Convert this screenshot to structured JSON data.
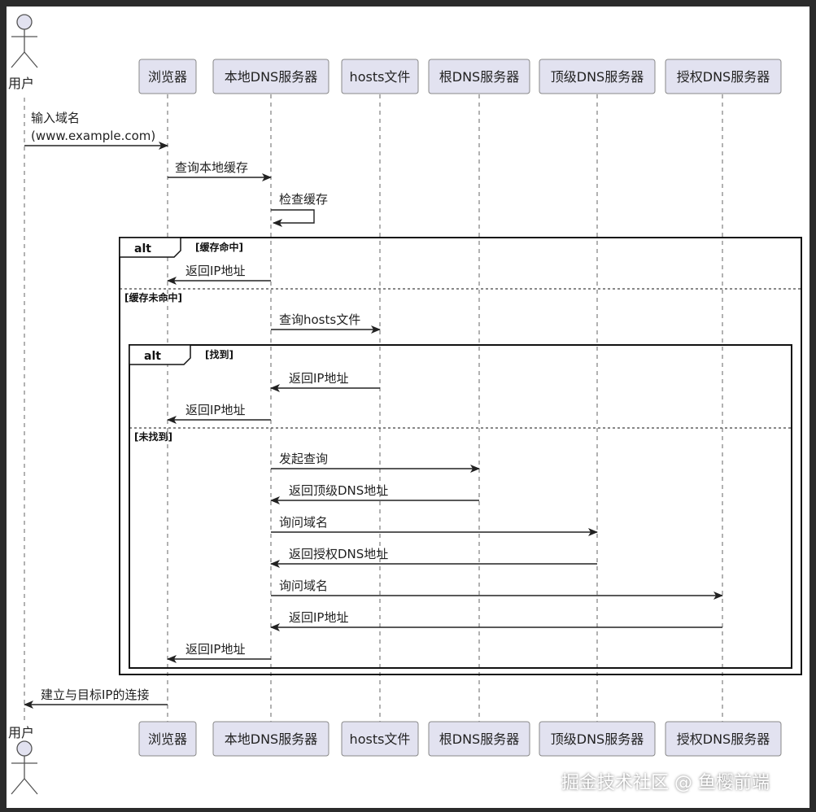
{
  "actor": {
    "name": "用户"
  },
  "participants": [
    {
      "id": "browser",
      "label": "浏览器"
    },
    {
      "id": "localdns",
      "label": "本地DNS服务器"
    },
    {
      "id": "hosts",
      "label": "hosts文件"
    },
    {
      "id": "root",
      "label": "根DNS服务器"
    },
    {
      "id": "tld",
      "label": "顶级DNS服务器"
    },
    {
      "id": "auth",
      "label": "授权DNS服务器"
    }
  ],
  "messages": [
    {
      "from": "user",
      "to": "browser",
      "label": "输入域名",
      "label2": "(www.example.com)"
    },
    {
      "from": "browser",
      "to": "localdns",
      "label": "查询本地缓存"
    },
    {
      "from": "localdns",
      "to": "localdns",
      "label": "检查缓存"
    },
    {
      "from": "localdns",
      "to": "browser",
      "label": "返回IP地址"
    },
    {
      "from": "localdns",
      "to": "hosts",
      "label": "查询hosts文件"
    },
    {
      "from": "hosts",
      "to": "localdns",
      "label": "返回IP地址"
    },
    {
      "from": "localdns",
      "to": "browser",
      "label": "返回IP地址"
    },
    {
      "from": "localdns",
      "to": "root",
      "label": "发起查询"
    },
    {
      "from": "root",
      "to": "localdns",
      "label": "返回顶级DNS地址"
    },
    {
      "from": "localdns",
      "to": "tld",
      "label": "询问域名"
    },
    {
      "from": "tld",
      "to": "localdns",
      "label": "返回授权DNS地址"
    },
    {
      "from": "localdns",
      "to": "auth",
      "label": "询问域名"
    },
    {
      "from": "auth",
      "to": "localdns",
      "label": "返回IP地址"
    },
    {
      "from": "localdns",
      "to": "browser",
      "label": "返回IP地址"
    },
    {
      "from": "browser",
      "to": "user",
      "label": "建立与目标IP的连接"
    }
  ],
  "fragments": [
    {
      "keyword": "alt",
      "guard1": "[缓存命中]",
      "guard2": "[缓存未命中]"
    },
    {
      "keyword": "alt",
      "guard1": "[找到]",
      "guard2": "[未找到]"
    }
  ],
  "watermark": "掘金技术社区 @ 鱼樱前端"
}
